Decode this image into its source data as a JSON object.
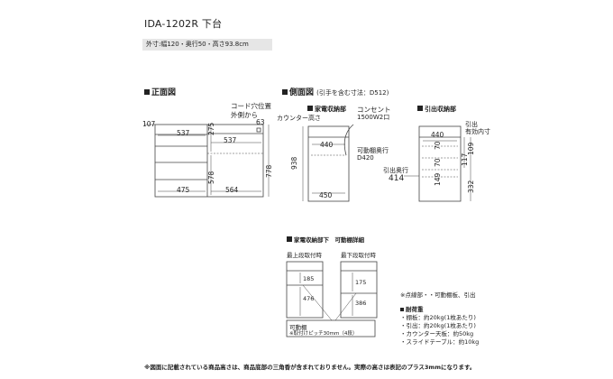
{
  "title": "IDA-1202R 下台",
  "spec": "外寸:幅120・奥行50・高さ93.8cm",
  "sections": {
    "front": "正面図",
    "side": "側面図",
    "side_note": "(引手を含む寸法：D512)",
    "appliance_bay": "家電収納部",
    "drawer_part": "引出収納部",
    "shelf_detail": "家電収納部下　可動棚詳細"
  },
  "front_view": {
    "cord_hole": "コード穴位置",
    "from_outer": "外側から",
    "dims": {
      "d107": "107",
      "d63": "63",
      "d537a": "537",
      "d537b": "537",
      "d275": "275",
      "d778": "778",
      "d475": "475",
      "d564": "564",
      "d578": "578"
    }
  },
  "side_view": {
    "counter_height": "カウンター高さ",
    "outlet": "コンセント",
    "outlet_spec": "1500W2口",
    "shelf_depth": "可動棚奥行",
    "shelf_depth_value": "D420",
    "drawer_depth": "引出奥行",
    "dims": {
      "d938": "938",
      "d440": "440",
      "d450": "450",
      "d414": "414"
    }
  },
  "drawer_view": {
    "drawer_inner": "引出",
    "effective_inner": "有効内寸",
    "dims": {
      "d440": "440",
      "d70a": "70",
      "d70b": "70",
      "d149": "149",
      "d109": "109",
      "d117": "117",
      "d332": "332"
    }
  },
  "shelf_detail": {
    "top_label": "最上段取付時",
    "bottom_label": "最下段取付時",
    "top_dims": {
      "a": "185",
      "b": "476"
    },
    "bottom_dims": {
      "a": "175",
      "b": "386"
    },
    "movable_shelf": "可動棚",
    "pitch": "※取付けピッチ30mm（4段）"
  },
  "legend": {
    "dotted": "※点線部・・可動棚板、引出",
    "load_title": "耐荷重",
    "loads": [
      "・棚板：約20kg(1枚あたり)",
      "・引出：約20kg(1枚あたり)",
      "・カウンター天板：約50kg",
      "・スライドテーブル：約10kg"
    ]
  },
  "footer": "※図面に記載されている商品高さは、商品底部の三角香が含まれておりません。実際の高さは表記のプラス3mmになります。"
}
